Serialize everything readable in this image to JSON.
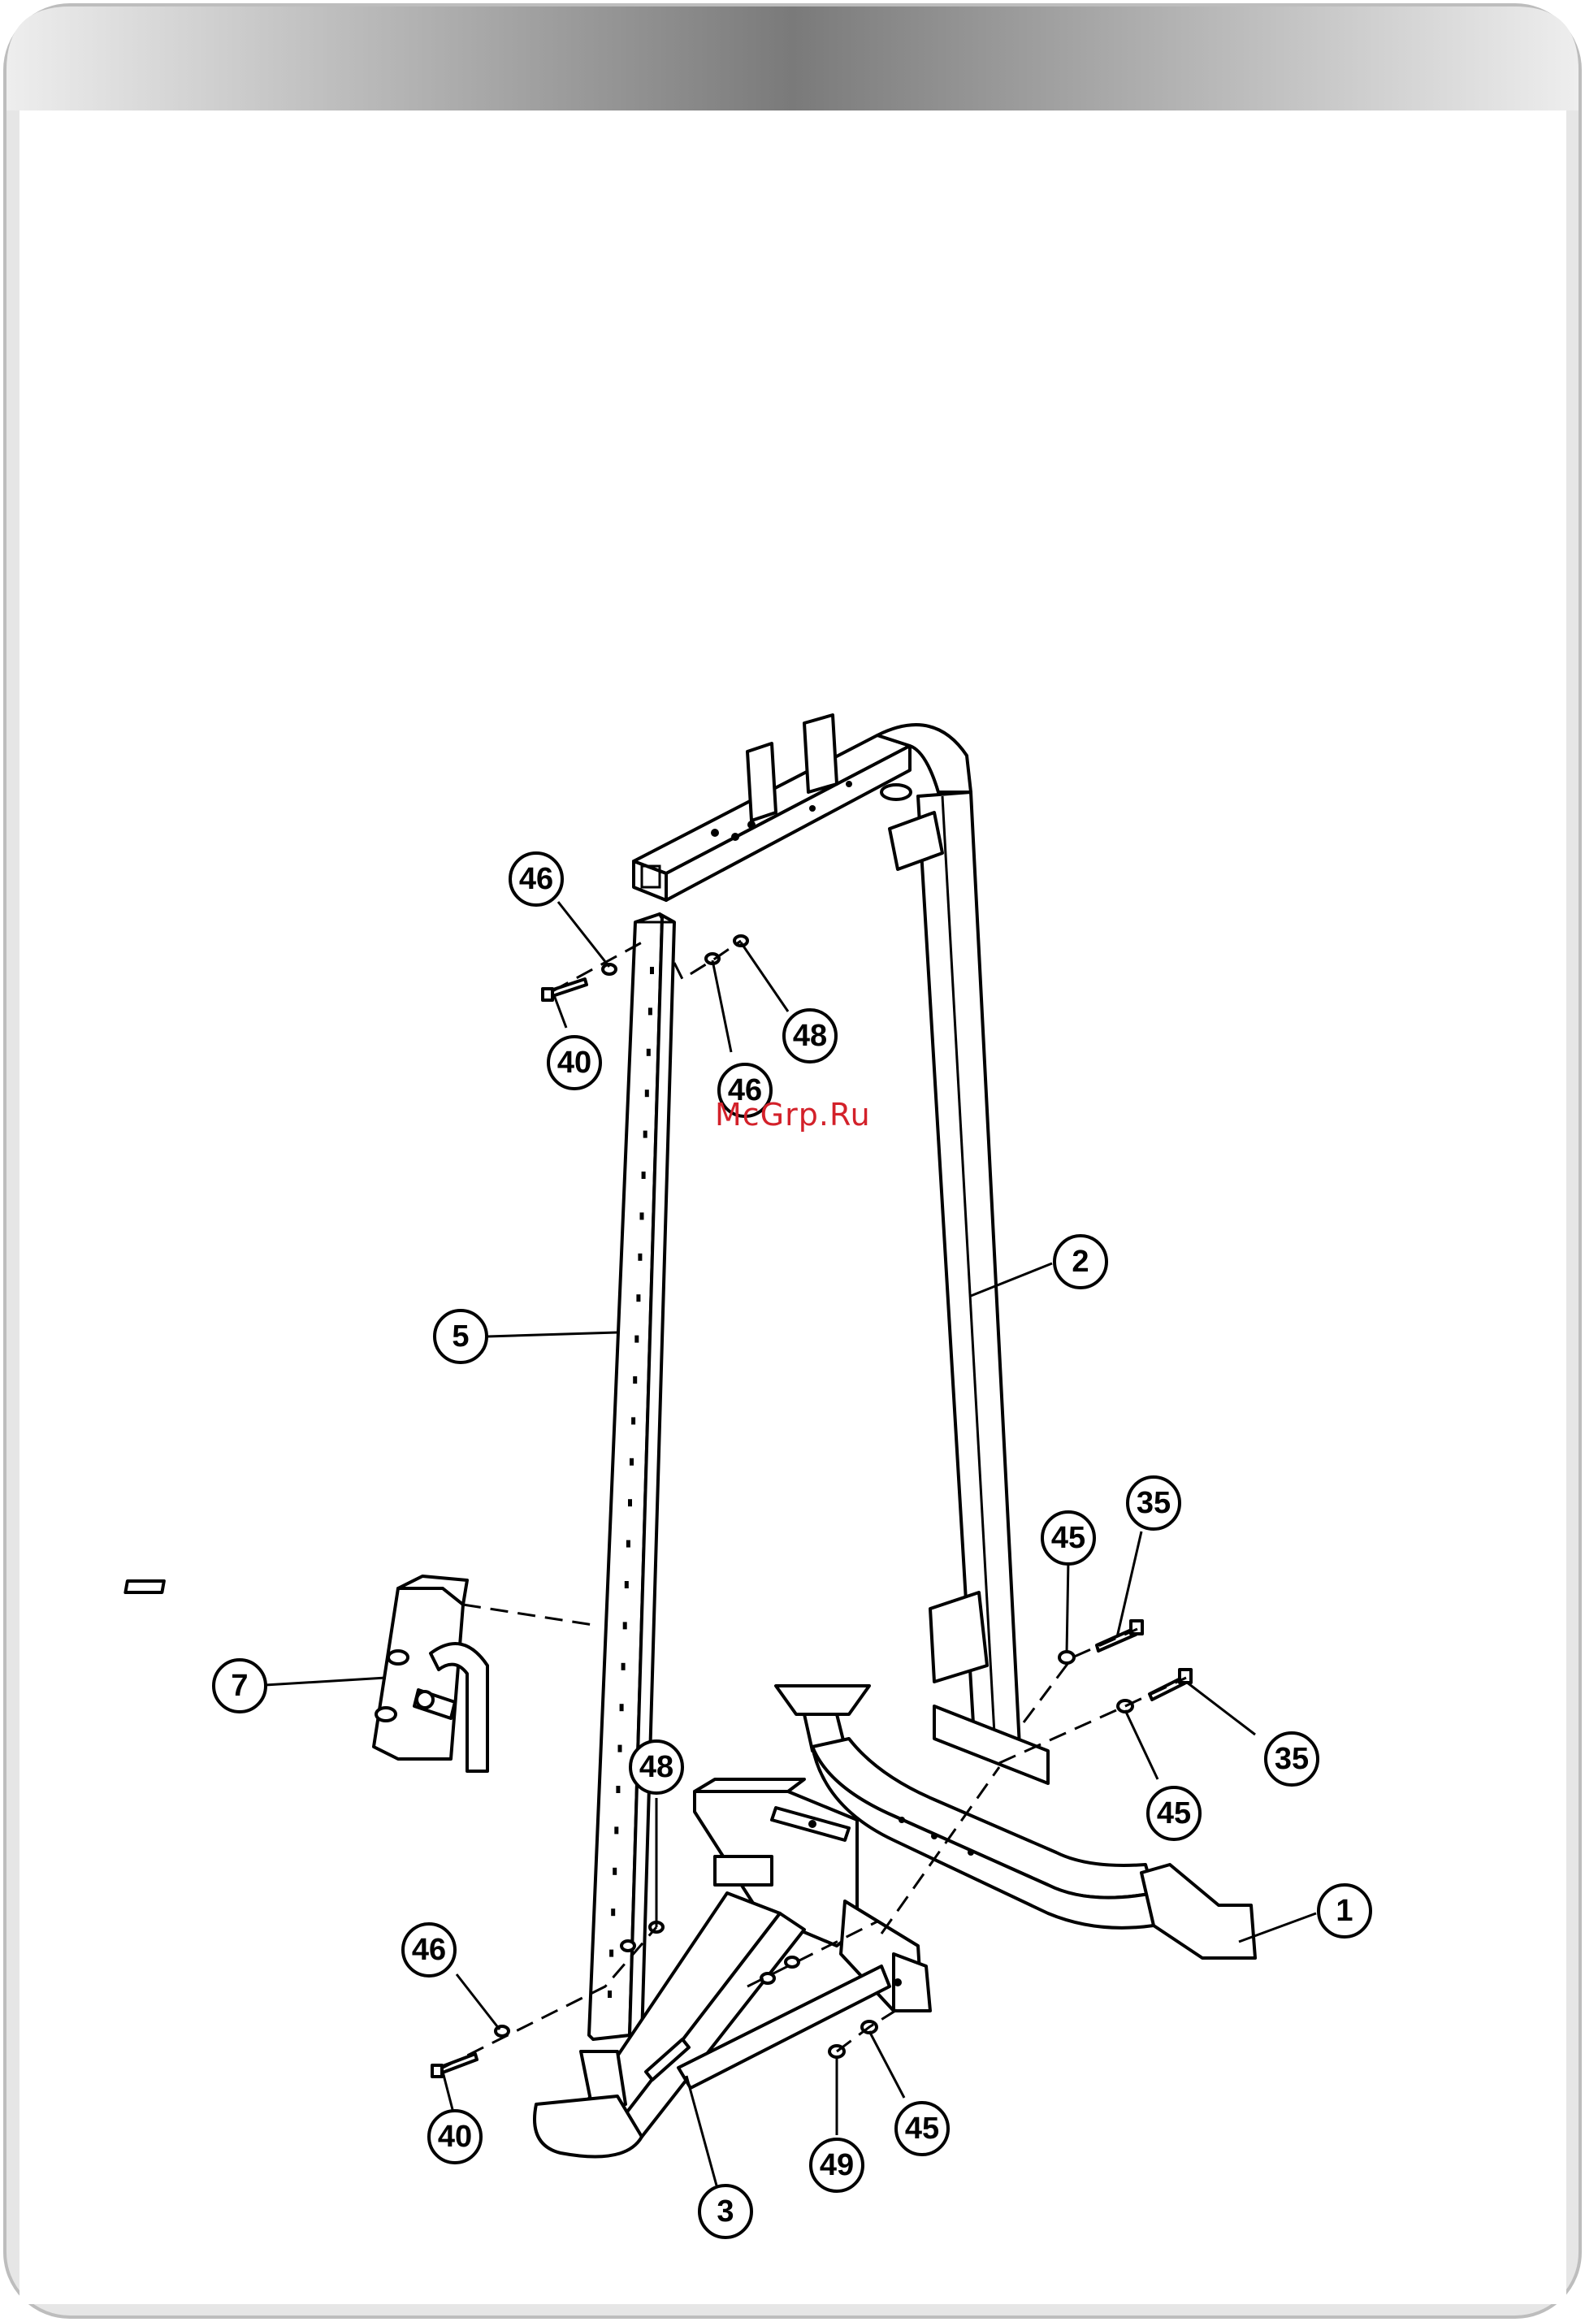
{
  "watermark": "McGrp.Ru",
  "callouts": [
    {
      "id": "c46a",
      "label": "46"
    },
    {
      "id": "c40a",
      "label": "40"
    },
    {
      "id": "c48a",
      "label": "48"
    },
    {
      "id": "c46b",
      "label": "46"
    },
    {
      "id": "c2",
      "label": "2"
    },
    {
      "id": "c5",
      "label": "5"
    },
    {
      "id": "c45a",
      "label": "45"
    },
    {
      "id": "c35a",
      "label": "35"
    },
    {
      "id": "c7",
      "label": "7"
    },
    {
      "id": "c35b",
      "label": "35"
    },
    {
      "id": "c45b",
      "label": "45"
    },
    {
      "id": "c48b",
      "label": "48"
    },
    {
      "id": "c1",
      "label": "1"
    },
    {
      "id": "c46c",
      "label": "46"
    },
    {
      "id": "c40b",
      "label": "40"
    },
    {
      "id": "c45c",
      "label": "45"
    },
    {
      "id": "c49",
      "label": "49"
    },
    {
      "id": "c3",
      "label": "3"
    }
  ]
}
